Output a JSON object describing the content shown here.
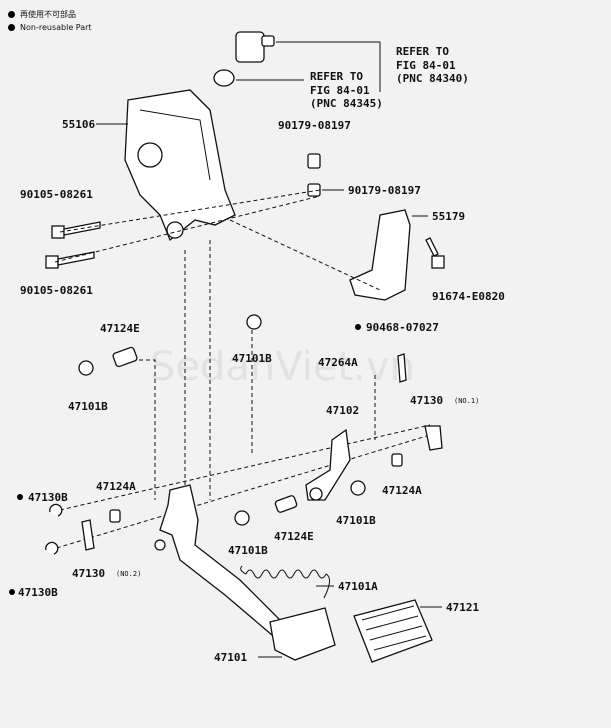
{
  "legend": [
    {
      "symbol": "●",
      "text": "再使用不可部品"
    },
    {
      "symbol": "●",
      "text": "Non-reusable Part"
    }
  ],
  "watermark": "SedanViet.vn",
  "refs": [
    {
      "lines": [
        "REFER TO",
        "FIG 84-01",
        "(PNC 84340)"
      ]
    },
    {
      "lines": [
        "REFER TO",
        "FIG 84-01",
        "(PNC 84345)"
      ]
    }
  ],
  "labels": {
    "l55106": "55106",
    "l90179a": "90179-08197",
    "l90179b": "90179-08197",
    "l55179": "55179",
    "l90105a": "90105-08261",
    "l90105b": "90105-08261",
    "l91674": "91674-E0820",
    "l47124e_top": "47124E",
    "l47101b_top": "47101B",
    "l90468": "90468-07027",
    "l47101b_left": "47101B",
    "l47264a": "47264A",
    "l47102": "47102",
    "l47130_1": "47130",
    "no1": "(NO.1)",
    "l47124a_left": "47124A",
    "l47124a_right": "47124A",
    "l47130b_top": "47130B",
    "l47101b_right": "47101B",
    "l47124e_bot": "47124E",
    "l47101b_bot": "47101B",
    "l47130_2": "47130",
    "no2": "(NO.2)",
    "l47101a": "47101A",
    "l47130b_bot": "47130B",
    "l47121": "47121",
    "l47101": "47101"
  },
  "non_reusable_marks": [
    "90468-07027",
    "47130B",
    "47130B"
  ]
}
